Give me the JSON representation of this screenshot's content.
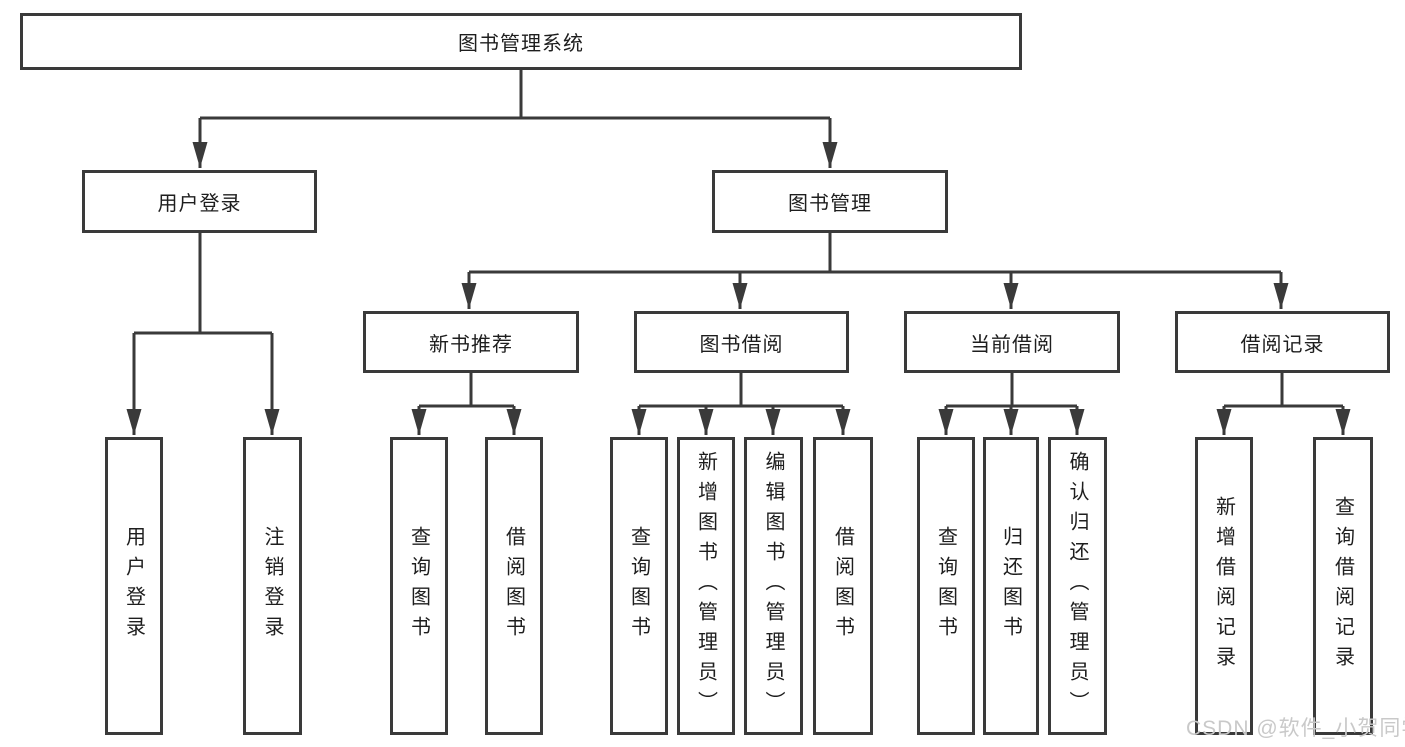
{
  "colors": {
    "line": "#3a3a3a",
    "text": "#1e1e1e",
    "bg": "#ffffff",
    "watermark": "#c9c9c9"
  },
  "watermark": {
    "text": "CSDN @软件_小贺同学"
  },
  "diagram": {
    "root": {
      "label": "图书管理系统",
      "children": [
        {
          "label": "用户登录",
          "children": [
            {
              "label": "用户登录"
            },
            {
              "label": "注销登录"
            }
          ]
        },
        {
          "label": "图书管理",
          "children": [
            {
              "label": "新书推荐",
              "children": [
                {
                  "label": "查询图书"
                },
                {
                  "label": "借阅图书"
                }
              ]
            },
            {
              "label": "图书借阅",
              "children": [
                {
                  "label": "查询图书"
                },
                {
                  "label": "新增图书（管理员）"
                },
                {
                  "label": "编辑图书（管理员）"
                },
                {
                  "label": "借阅图书"
                }
              ]
            },
            {
              "label": "当前借阅",
              "children": [
                {
                  "label": "查询图书"
                },
                {
                  "label": "归还图书"
                },
                {
                  "label": "确认归还（管理员）"
                }
              ]
            },
            {
              "label": "借阅记录",
              "children": [
                {
                  "label": "新增借阅记录"
                },
                {
                  "label": "查询借阅记录"
                }
              ]
            }
          ]
        }
      ]
    }
  }
}
